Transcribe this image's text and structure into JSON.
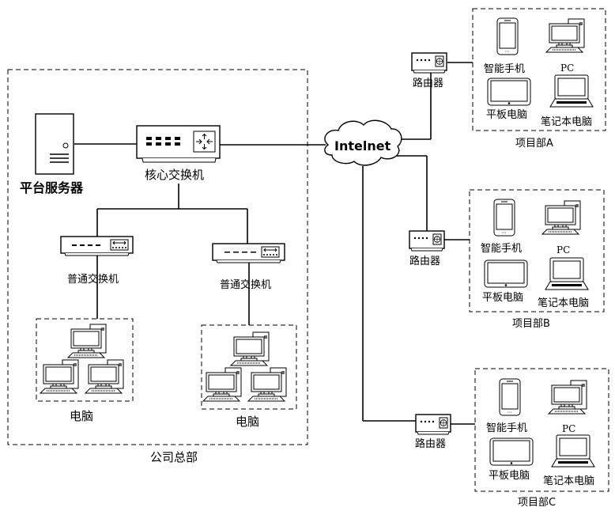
{
  "title": "Network topology",
  "headquarters": {
    "label": "公司总部",
    "server": {
      "label": "平台服务器",
      "icon": "server-icon"
    },
    "core_switch": {
      "label": "核心交换机",
      "icon": "core-switch-icon"
    },
    "switches": [
      {
        "label": "普通交换机",
        "icon": "switch-icon"
      },
      {
        "label": "普通交换机",
        "icon": "switch-icon"
      }
    ],
    "pc_groups": [
      {
        "label": "电脑",
        "count": 3
      },
      {
        "label": "电脑",
        "count": 3
      }
    ]
  },
  "internet": {
    "label": "Intelnet",
    "icon": "cloud-icon"
  },
  "projects": [
    {
      "label": "项目部A",
      "router": "路由器",
      "devices": {
        "phone": "智能手机",
        "pc": "PC",
        "tablet": "平板电脑",
        "laptop": "笔记本电脑"
      }
    },
    {
      "label": "项目部B",
      "router": "路由器",
      "devices": {
        "phone": "智能手机",
        "pc": "PC",
        "tablet": "平板电脑",
        "laptop": "笔记本电脑"
      }
    },
    {
      "label": "项目部C",
      "router": "路由器",
      "devices": {
        "phone": "智能手机",
        "pc": "PC",
        "tablet": "平板电脑",
        "laptop": "笔记本电脑"
      }
    }
  ]
}
